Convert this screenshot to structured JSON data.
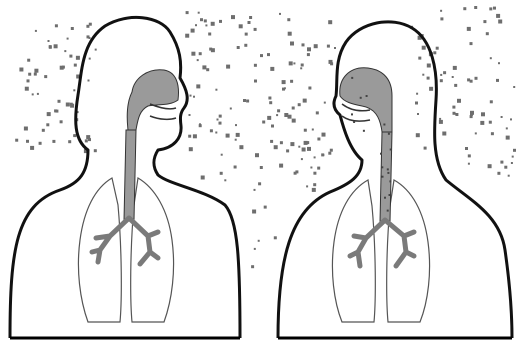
{
  "figure": {
    "panels": [
      {
        "id": "left",
        "airway": "clear"
      },
      {
        "id": "right",
        "airway": "particles"
      }
    ],
    "colors": {
      "background": "#ffffff",
      "outline": "#111111",
      "thin_outline": "#555555",
      "airway_fill": "#9a9a9a",
      "particle": "#6e6e6e",
      "floor_line": "#000000"
    }
  }
}
